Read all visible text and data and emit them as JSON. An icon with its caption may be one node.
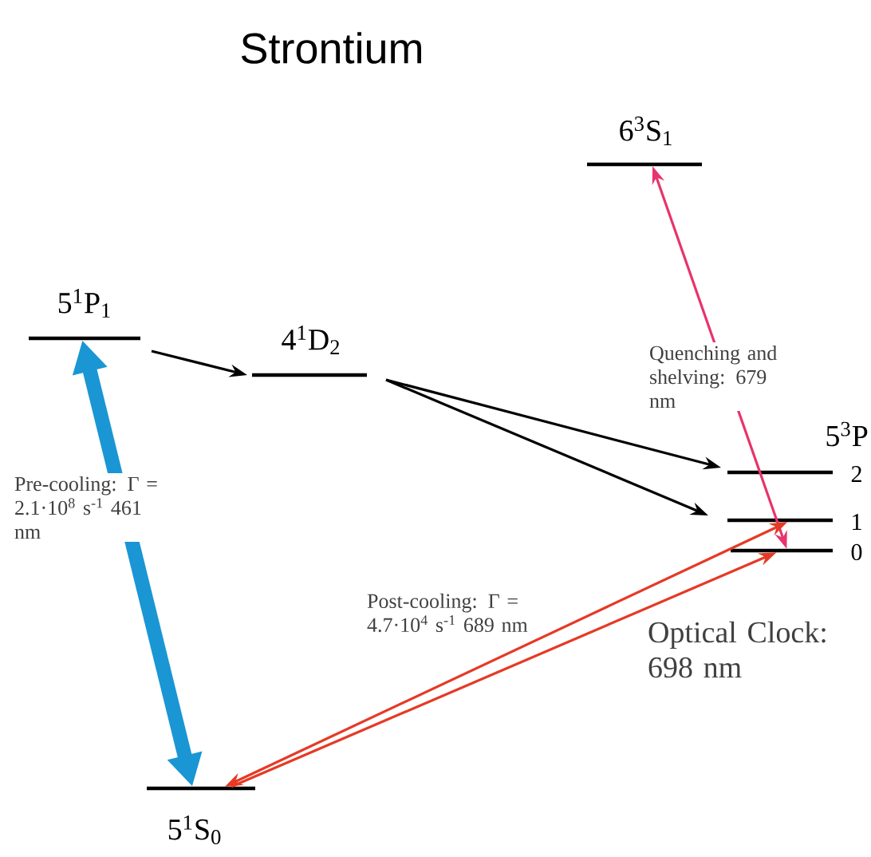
{
  "diagram": {
    "title": "Strontium",
    "nodes": [
      {
        "text": [
          "5$^{1}$P$_{1}$"
        ]
      },
      {
        "text": [
          "4$^{1}$D$_{2}$"
        ]
      },
      {
        "text": [
          "6$^{3}$S$_{1}$"
        ]
      },
      {
        "text": [],
        "shape": "bar",
        "beside": [
          "2"
        ]
      },
      {
        "text": [],
        "shape": "bar",
        "beside": [
          "1"
        ]
      },
      {
        "text": [],
        "shape": "bar",
        "beside": [
          "0"
        ]
      },
      {
        "text": [
          "5$^{1}$S$_{0}$"
        ]
      }
    ],
    "edges": [
      {
        "from": 0,
        "to": 1,
        "arrow": "to"
      },
      {
        "from": 1,
        "to": 3,
        "arrow": "to"
      },
      {
        "from": 1,
        "to": 4,
        "arrow": "to"
      },
      {
        "from": 6,
        "to": 0,
        "arrow": "both",
        "style": "thick",
        "color": "#1a96d4",
        "label": "Pre-cooling: Γ = 2.1·10$^{8}$ s$^{-1}$ 461 nm"
      },
      {
        "from": 5,
        "to": 2,
        "arrow": "both",
        "color": "#e8336b",
        "label": "Quenching and shelving: 679 nm"
      },
      {
        "from": 6,
        "to": 4,
        "arrow": "both",
        "color": "#e53a26",
        "label": "Post-cooling: Γ = 4.7·10$^{4}$ s$^{-1}$ 689 nm"
      },
      {
        "from": 6,
        "to": 5,
        "arrow": "to",
        "color": "#e53a26",
        "label": "Optical Clock: 698 nm"
      }
    ],
    "labels": [
      "5$^{3}$P"
    ]
  }
}
